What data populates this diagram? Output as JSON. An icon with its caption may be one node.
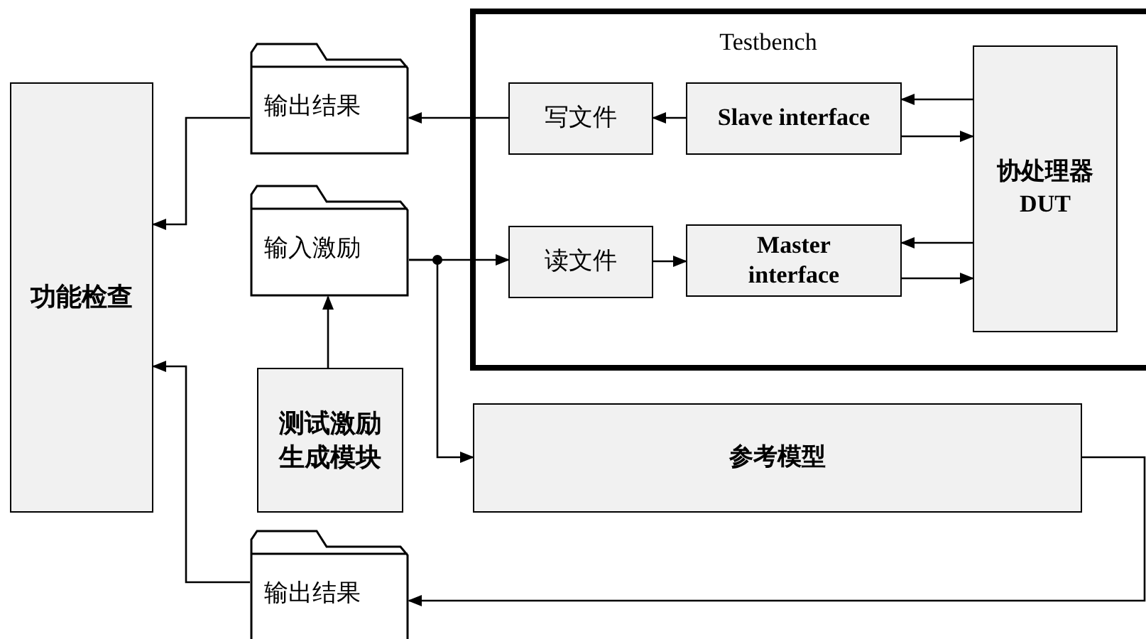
{
  "diagram": {
    "nodes": [
      {
        "text": [
          "功能检查"
        ]
      },
      {
        "text": [
          "输出结果"
        ]
      },
      {
        "text": [
          "输入激励"
        ]
      },
      {
        "text": [
          "测试激励生成模块"
        ]
      },
      {
        "text": [
          "输出结果"
        ]
      },
      {
        "text": [
          "Testbench"
        ]
      },
      {
        "text": [
          "写文件"
        ],
        "in": 5
      },
      {
        "text": [
          "Slave interface"
        ],
        "in": 5
      },
      {
        "text": [
          "读文件"
        ],
        "in": 5
      },
      {
        "text": [
          "Master interface"
        ],
        "in": 5
      },
      {
        "text": [
          "协处理器 DUT"
        ],
        "in": 5
      },
      {
        "text": [
          "参考模型"
        ]
      }
    ],
    "edges": [
      {
        "from": 1,
        "to": 0,
        "arrow": "to"
      },
      {
        "from": 4,
        "to": 0,
        "arrow": "to"
      },
      {
        "from": 6,
        "to": 1,
        "arrow": "to"
      },
      {
        "from": 7,
        "to": 6,
        "arrow": "to"
      },
      {
        "from": 10,
        "to": 7,
        "arrow": "to"
      },
      {
        "from": 7,
        "to": 10,
        "arrow": "to"
      },
      {
        "from": 10,
        "to": 9,
        "arrow": "to"
      },
      {
        "from": 9,
        "to": 10,
        "arrow": "to"
      },
      {
        "from": 8,
        "to": 9,
        "arrow": "to"
      },
      {
        "from": 2,
        "to": 8,
        "arrow": "to"
      },
      {
        "from": 2,
        "to": 11,
        "arrow": "to"
      },
      {
        "from": 3,
        "to": 2,
        "arrow": "to"
      },
      {
        "from": 11,
        "to": 4,
        "arrow": "to"
      }
    ]
  }
}
